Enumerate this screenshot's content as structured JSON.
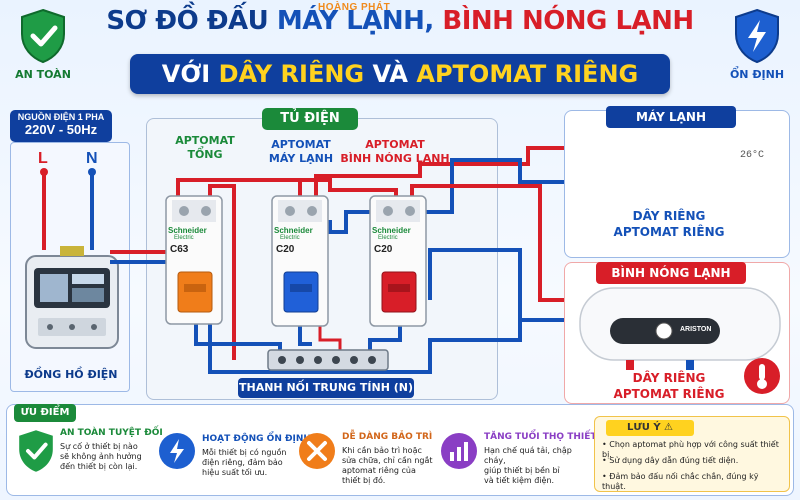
{
  "header": {
    "title_part1": "SƠ ĐỒ ĐẤU",
    "title_part2": "MÁY LẠNH,",
    "title_part3": "BÌNH NÓNG LẠNH",
    "subtitle_part1": "VỚI",
    "subtitle_part2": "DÂY RIÊNG",
    "subtitle_part3": "VÀ",
    "subtitle_part4": "APTOMAT RIÊNG",
    "brand": "HOÀNG PHÁT",
    "badge_left": "AN TOÀN",
    "badge_right": "ỔN ĐỊNH"
  },
  "source": {
    "title": "NGUỒN ĐIỆN 1 PHA",
    "voltage": "220V - 50Hz",
    "line": "L",
    "neutral": "N",
    "meter_label": "ĐỒNG HỒ ĐIỆN"
  },
  "panel": {
    "title": "TỦ ĐIỆN",
    "breakers": [
      {
        "label1": "APTOMAT",
        "label2": "TỔNG",
        "brand": "Schneider",
        "brand2": "Electric",
        "rating": "C63"
      },
      {
        "label1": "APTOMAT",
        "label2": "MÁY LẠNH",
        "brand": "Schneider",
        "brand2": "Electric",
        "rating": "C20"
      },
      {
        "label1": "APTOMAT",
        "label2": "BÌNH NÓNG LẠNH",
        "brand": "Schneider",
        "brand2": "Electric",
        "rating": "C20"
      }
    ],
    "neutral_bar": "THANH NỐI TRUNG TÍNH (N)"
  },
  "ac": {
    "title": "MÁY LẠNH",
    "display": "26°C",
    "note1": "DÂY RIÊNG",
    "note2": "APTOMAT RIÊNG"
  },
  "heater": {
    "title": "BÌNH NÓNG LẠNH",
    "brand": "ARISTON",
    "note1": "DÂY RIÊNG",
    "note2": "APTOMAT RIÊNG"
  },
  "advantages": {
    "title": "ƯU ĐIỂM",
    "items": [
      {
        "title": "AN TOÀN TUYỆT ĐỐI",
        "line1": "Sự cố ở thiết bị nào",
        "line2": "sẽ không ảnh hưởng",
        "line3": "đến thiết bị còn lại."
      },
      {
        "title": "HOẠT ĐỘNG ỔN ĐỊNH",
        "line1": "Mỗi thiết bị có nguồn",
        "line2": "điện riêng, đảm bảo",
        "line3": "hiệu suất tối ưu."
      },
      {
        "title": "DỄ DÀNG BẢO TRÌ",
        "line1": "Khi cần bảo trì hoặc",
        "line2": "sửa chữa, chỉ cần ngắt",
        "line3": "aptomat riêng của",
        "line4": "thiết bị đó."
      },
      {
        "title": "TĂNG TUỔI THỌ THIẾT BỊ",
        "line1": "Hạn chế quá tải, chập cháy,",
        "line2": "giúp thiết bị bền bỉ",
        "line3": "và tiết kiệm điện."
      }
    ]
  },
  "note": {
    "title": "LƯU Ý",
    "items": [
      "• Chọn aptomat phù hợp với công suất thiết bị.",
      "• Sử dụng dây dẫn đúng tiết diện.",
      "• Đảm bảo đấu nối chắc chắn, đúng kỹ thuật."
    ]
  },
  "colors": {
    "live": "#d81e28",
    "neutral": "#1451b8",
    "brand_blue": "#0f3f9e",
    "brand_green": "#1b8a3a",
    "accent_yellow": "#ffd21f"
  }
}
